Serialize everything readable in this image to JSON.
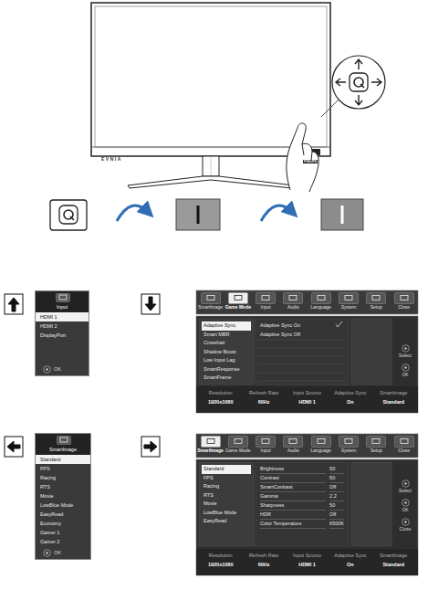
{
  "diagram": {
    "nodes": [
      {
        "text": [
          "Input",
          "HDMI 1",
          "HDMI 2",
          "DisplayPort",
          "OK"
        ]
      },
      {
        "text": [
          "SmartImage"
        ]
      },
      {
        "text": [
          "Game Mode"
        ]
      },
      {
        "text": [
          "Input"
        ]
      },
      {
        "text": [
          "Audio"
        ]
      },
      {
        "text": [
          "Language"
        ]
      },
      {
        "text": [
          "System"
        ]
      },
      {
        "text": [
          "Setup"
        ]
      },
      {
        "text": [
          "Close"
        ]
      },
      {
        "text": [
          "Adaptive Sync",
          "Smart MBR",
          "Crosshair",
          "Shadow Boost",
          "Low Input Lag",
          "SmartResponse",
          "SmartFrame"
        ]
      },
      {
        "text": [
          "Adaptive Sync On",
          "Adaptive Sync Off"
        ]
      },
      {
        "text": [
          "Select",
          "OK"
        ]
      },
      {
        "text": [
          "Resolution",
          "1920x1080",
          "Refresh Rate",
          "60Hz",
          "Input Source",
          "HDMI 1",
          "Adaptive Sync",
          "On",
          "SmartImage",
          "Standard"
        ]
      },
      {
        "text": [
          "SmartImage",
          "Standard",
          "FPS",
          "Racing",
          "RTS",
          "Movie",
          "LowBlue Mode",
          "EasyRead",
          "Economy",
          "Gamer 1",
          "Gamer 2",
          "OK"
        ]
      },
      {
        "text": [
          "SmartImage"
        ]
      },
      {
        "text": [
          "Game Mode"
        ]
      },
      {
        "text": [
          "Input"
        ]
      },
      {
        "text": [
          "Audio"
        ]
      },
      {
        "text": [
          "Language"
        ]
      },
      {
        "text": [
          "System"
        ]
      },
      {
        "text": [
          "Setup"
        ]
      },
      {
        "text": [
          "Close"
        ]
      },
      {
        "text": [
          "Standard",
          "FPS",
          "Racing",
          "RTS",
          "Movie",
          "LowBlue Mode",
          "EasyRead"
        ]
      },
      {
        "text": [
          "Brightness",
          "50",
          "Contrast",
          "50",
          "SmartContrast",
          "Off",
          "Gamma",
          "2.2",
          "Sharpness",
          "50",
          "HDR",
          "Off",
          "Color Temperature",
          "6500K"
        ]
      },
      {
        "text": [
          "Select",
          "OK",
          "Close"
        ]
      },
      {
        "text": [
          "Resolution",
          "1920x1080",
          "Refresh Rate",
          "60Hz",
          "Input Source",
          "HDMI 1",
          "Adaptive Sync",
          "On",
          "SmartImage",
          "Standard"
        ]
      }
    ],
    "labels": [
      "EVNIA",
      "PHILIPS"
    ]
  }
}
